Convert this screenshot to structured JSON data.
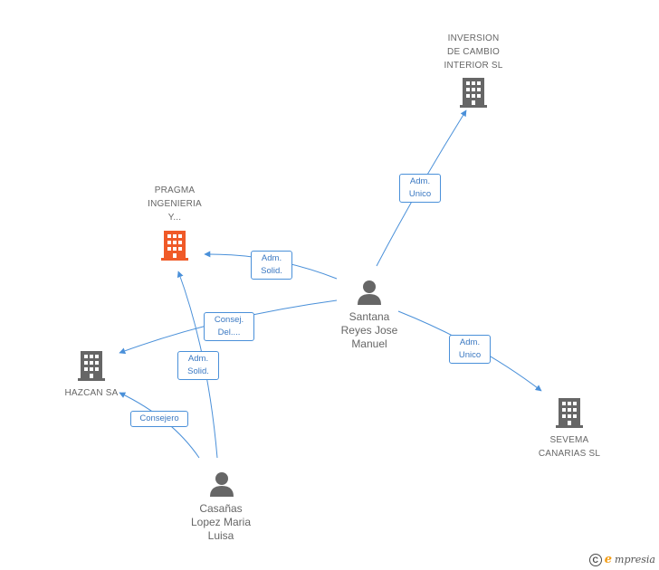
{
  "nodes": {
    "inversion": {
      "label": "INVERSION\nDE CAMBIO\nINTERIOR SL",
      "type": "company",
      "color": "#666666"
    },
    "pragma": {
      "label": "PRAGMA\nINGENIERIA\nY...",
      "type": "company",
      "color": "#f05a28"
    },
    "hazcan": {
      "label": "HAZCAN SA",
      "type": "company",
      "color": "#666666"
    },
    "sevema": {
      "label": "SEVEMA\nCANARIAS SL",
      "type": "company",
      "color": "#666666"
    },
    "santana": {
      "label": "Santana\nReyes Jose\nManuel",
      "type": "person",
      "color": "#666666"
    },
    "casanas": {
      "label": "Casañas\nLopez Maria\nLuisa",
      "type": "person",
      "color": "#666666"
    }
  },
  "edges": [
    {
      "id": "santana-inversion",
      "label": "Adm.\nUnico"
    },
    {
      "id": "santana-pragma",
      "label": "Adm.\nSolid."
    },
    {
      "id": "santana-hazcan",
      "label": "Consej.\nDel...."
    },
    {
      "id": "santana-sevema",
      "label": "Adm.\nUnico"
    },
    {
      "id": "casanas-pragma",
      "label": "Adm.\nSolid."
    },
    {
      "id": "casanas-hazcan",
      "label": "Consejero"
    }
  ],
  "colors": {
    "edge": "#4a90d9",
    "accent_company": "#f05a28",
    "company": "#666666",
    "person": "#666666"
  },
  "footer": {
    "copyright_symbol": "C",
    "brand_first": "e",
    "brand_rest": "mpresia"
  }
}
